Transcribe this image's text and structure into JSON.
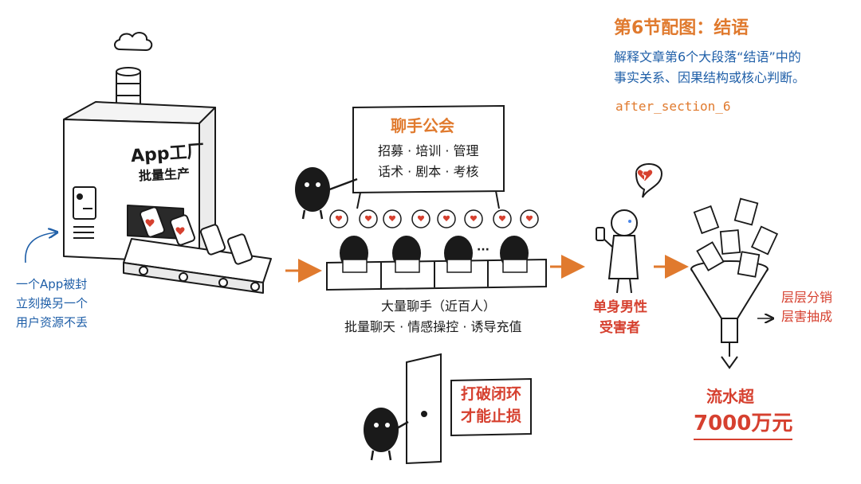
{
  "header": {
    "title": "第6节配图：结语",
    "subtitle_line1": "解释文章第6个大段落“结语”中的",
    "subtitle_line2": "事实关系、因果结构或核心判断。",
    "tag": "after_section_6"
  },
  "factory": {
    "title": "App工厂",
    "subtitle": "批量生产",
    "note_line1": "一个App被封",
    "note_line2": "立刻换另一个",
    "note_line3": "用户资源不丢"
  },
  "guild": {
    "title": "聊手公会",
    "line1": "招募 · 培训 · 管理",
    "line2": "话术 · 剧本 · 考核",
    "caption_line1": "大量聊手（近百人）",
    "caption_line2": "批量聊天 · 情感操控 · 诱导充值",
    "ellipsis": "···"
  },
  "victim": {
    "label_line1": "单身男性",
    "label_line2": "受害者"
  },
  "funnel": {
    "side_line1": "层层分销",
    "side_line2": "层害抽成",
    "result_line1": "流水超",
    "result_line2": "7000万元"
  },
  "door": {
    "label_line1": "打破闭环",
    "label_line2": "才能止损"
  },
  "colors": {
    "orange": "#e07a2e",
    "blue": "#1f5fa8",
    "red": "#d6402f",
    "ink": "#1a1a1a"
  },
  "icons": [
    "cloud-icon",
    "heart-icon",
    "broken-heart-icon",
    "phone-icon",
    "arrow-icon",
    "funnel-icon",
    "door-icon"
  ]
}
